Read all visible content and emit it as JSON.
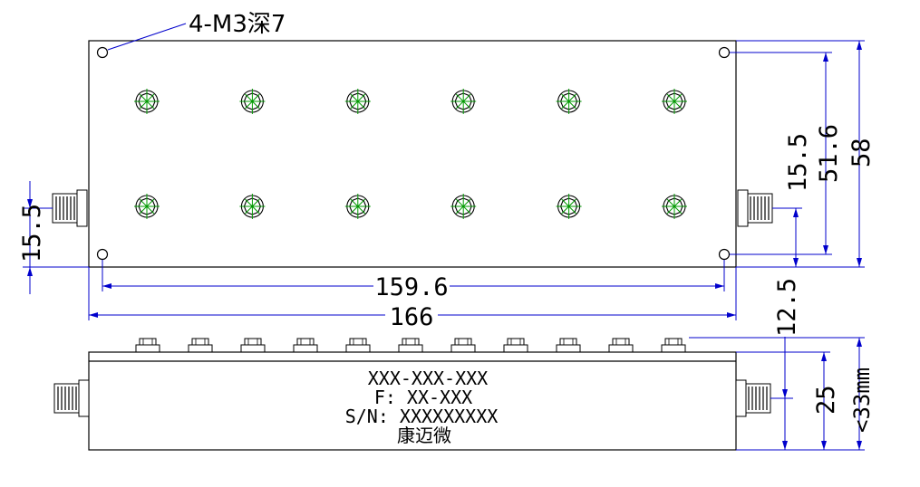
{
  "drawing": {
    "callout": "4-M3深7",
    "dimensions": {
      "left_offset": "15.5",
      "right_offset": "15.5",
      "hole_spacing_v": "51.6",
      "height": "58",
      "hole_spacing_h": "159.6",
      "length": "166",
      "connector_height": "12.5",
      "body_height": "25",
      "total_height": "<33mm"
    },
    "label": {
      "model": "XXX-XXX-XXX",
      "frequency": "F: XX-XXX",
      "serial": "S/N: XXXXXXXXX",
      "brand": "康迈微"
    },
    "screw_columns": 6,
    "tuning_knobs": 11
  }
}
